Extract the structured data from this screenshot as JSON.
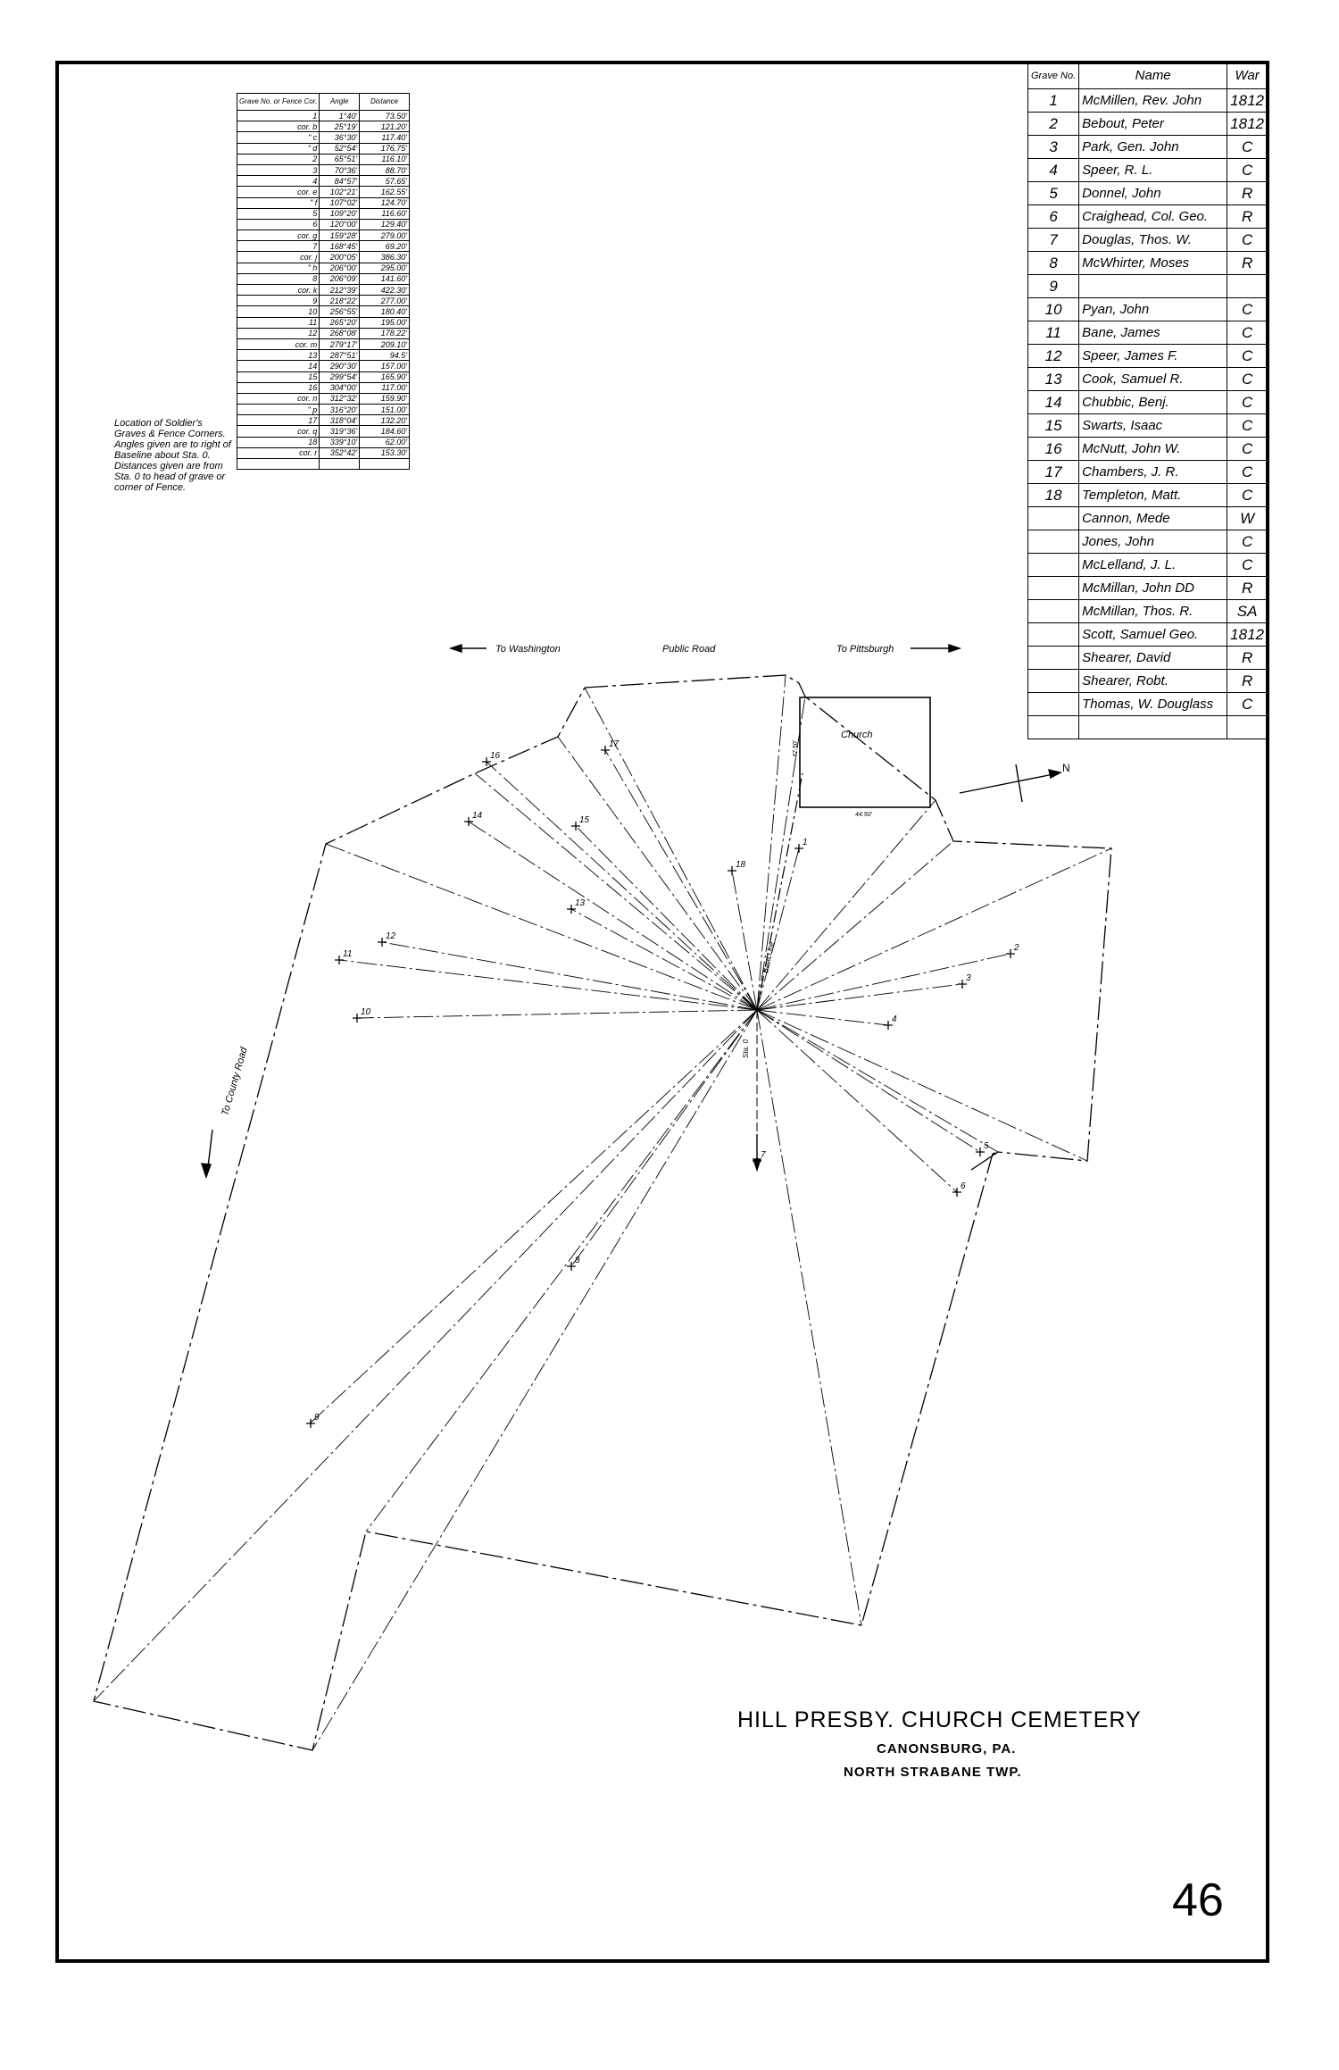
{
  "survey_table": {
    "headers": [
      "Grave No. or Fence Cor.",
      "Angle",
      "Distance"
    ],
    "rows": [
      [
        "1",
        "1°40'",
        "73.50'"
      ],
      [
        "cor. b",
        "25°19'",
        "121.20'"
      ],
      [
        "\" c",
        "36°30'",
        "117.40'"
      ],
      [
        "\" d",
        "52°54'",
        "176.75'"
      ],
      [
        "2",
        "65°51'",
        "116.10'"
      ],
      [
        "3",
        "70°36'",
        "88.70'"
      ],
      [
        "4",
        "84°57'",
        "57.65'"
      ],
      [
        "cor. e",
        "102°21'",
        "162.55'"
      ],
      [
        "\" f",
        "107°02'",
        "124.70'"
      ],
      [
        "5",
        "109°20'",
        "116.60'"
      ],
      [
        "6",
        "120°00'",
        "129.40'"
      ],
      [
        "cor. g",
        "159°28'",
        "279.00'"
      ],
      [
        "7",
        "168°45'",
        "69.20'"
      ],
      [
        "cor. j",
        "200°05'",
        "386.30'"
      ],
      [
        "\" h",
        "206°00'",
        "295.00'"
      ],
      [
        "8",
        "206°09'",
        "141.60'"
      ],
      [
        "cor. k",
        "212°39'",
        "422.30'"
      ],
      [
        "9",
        "218°22'",
        "277.00'"
      ],
      [
        "10",
        "256°55'",
        "180.40'"
      ],
      [
        "11",
        "265°20'",
        "195.00'"
      ],
      [
        "12",
        "268°08'",
        "178.22'"
      ],
      [
        "cor. m",
        "279°17'",
        "209.10'"
      ],
      [
        "13",
        "287°51'",
        "94.5'"
      ],
      [
        "14",
        "290°30'",
        "157.00'"
      ],
      [
        "15",
        "299°54'",
        "165.90'"
      ],
      [
        "16",
        "304°00'",
        "117.00'"
      ],
      [
        "cor. n",
        "312°32'",
        "159.90'"
      ],
      [
        "\" p",
        "316°20'",
        "151.00'"
      ],
      [
        "17",
        "318°04'",
        "132.20'"
      ],
      [
        "cor. q",
        "319°36'",
        "184.60'"
      ],
      [
        "18",
        "339°10'",
        "62.00'"
      ],
      [
        "cor. r",
        "352°42'",
        "153.30'"
      ],
      [
        "",
        "",
        ""
      ]
    ]
  },
  "note": "Location of Soldier's Graves & Fence Corners. Angles given are to right of Baseline about Sta. 0. Distances given are from Sta. 0 to head of grave or corner of Fence.",
  "roster": {
    "headers": [
      "Grave No.",
      "Name",
      "War"
    ],
    "rows": [
      [
        "1",
        "McMillen, Rev. John",
        "1812"
      ],
      [
        "2",
        "Bebout, Peter",
        "1812"
      ],
      [
        "3",
        "Park, Gen. John",
        "C"
      ],
      [
        "4",
        "Speer, R. L.",
        "C"
      ],
      [
        "5",
        "Donnel, John",
        "R"
      ],
      [
        "6",
        "Craighead, Col. Geo.",
        "R"
      ],
      [
        "7",
        "Douglas, Thos. W.",
        "C"
      ],
      [
        "8",
        "McWhirter, Moses",
        "R"
      ],
      [
        "9",
        "",
        ""
      ],
      [
        "10",
        "Pyan, John",
        "C"
      ],
      [
        "11",
        "Bane, James",
        "C"
      ],
      [
        "12",
        "Speer, James F.",
        "C"
      ],
      [
        "13",
        "Cook, Samuel R.",
        "C"
      ],
      [
        "14",
        "Chubbic, Benj.",
        "C"
      ],
      [
        "15",
        "Swarts, Isaac",
        "C"
      ],
      [
        "16",
        "McNutt, John W.",
        "C"
      ],
      [
        "17",
        "Chambers, J. R.",
        "C"
      ],
      [
        "18",
        "Templeton, Matt.",
        "C"
      ],
      [
        "",
        "Cannon, Mede",
        "W"
      ],
      [
        "",
        "Jones, John",
        "C"
      ],
      [
        "",
        "McLelland, J. L.",
        "C"
      ],
      [
        "",
        "McMillan, John DD",
        "R"
      ],
      [
        "",
        "McMillan, Thos. R.",
        "SA"
      ],
      [
        "",
        "Scott, Samuel Geo.",
        "1812"
      ],
      [
        "",
        "Shearer, David",
        "R"
      ],
      [
        "",
        "Shearer, Robt.",
        "R"
      ],
      [
        "",
        "Thomas, W. Douglass",
        "C"
      ],
      [
        "",
        "",
        ""
      ]
    ]
  },
  "map": {
    "road_left": "To Washington",
    "road_center": "Public Road",
    "road_right": "To Pittsburgh",
    "church": "Church",
    "fence": "To County Road",
    "north": "N",
    "baseline": "Base Line",
    "sta": "Sta. 0",
    "church_width": "44.50'",
    "church_depth": "47.50'"
  },
  "title": "HILL PRESBY. CHURCH CEMETERY",
  "subtitle1": "CANONSBURG, PA.",
  "subtitle2": "NORTH STRABANE TWP.",
  "page_number": "46"
}
